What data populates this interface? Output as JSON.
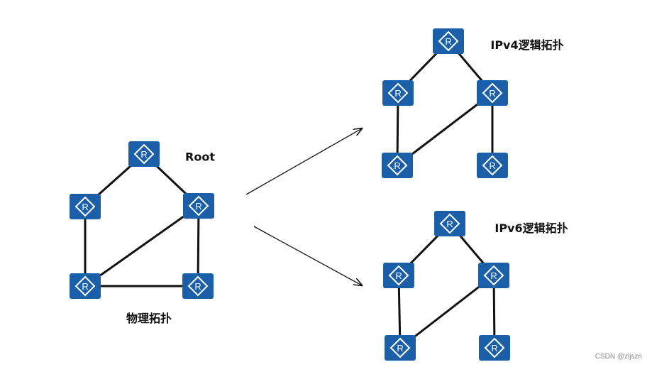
{
  "labels": {
    "root": "Root",
    "physical": "物理拓扑",
    "ipv4": "IPv4逻辑拓扑",
    "ipv6": "IPv6逻辑拓扑"
  },
  "router_glyph": "R",
  "watermark": "CSDN @zljszn",
  "colors": {
    "router": "#1a5fa8",
    "link": "#111111"
  }
}
